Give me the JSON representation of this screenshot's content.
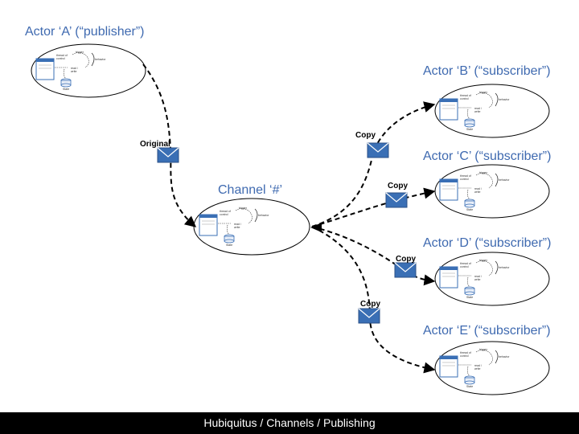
{
  "actors": {
    "a_label": "Actor ‘A’ (“publisher”)",
    "b_label": "Actor ‘B’ (“subscriber”)",
    "c_label": "Actor ‘C’ (“subscriber”)",
    "d_label": "Actor ‘D’ (“subscriber”)",
    "e_label": "Actor ‘E’ (“subscriber”)"
  },
  "channel": {
    "label": "Channel ‘#’"
  },
  "messages": {
    "original": "Original",
    "copy": "Copy"
  },
  "footer": {
    "text": "Hubiquitus / Channels / Publishing"
  },
  "colors": {
    "label": "#3f6ab0",
    "envelope": "#3a6fb5",
    "footer_bg": "#000000"
  },
  "icons": [
    "envelope-icon",
    "actor-internals-icon",
    "arrowhead-icon"
  ]
}
